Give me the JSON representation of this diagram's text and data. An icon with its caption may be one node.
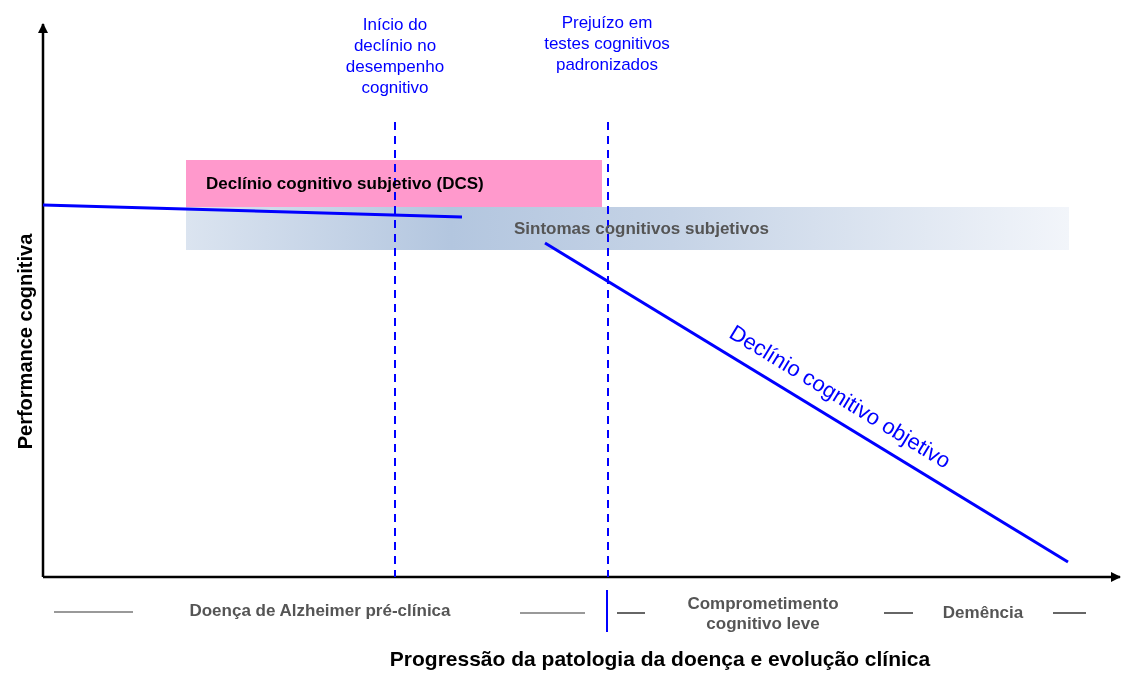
{
  "diagram": {
    "nodes": [
      {
        "text": [
          "Declínio cognitivo subjetivo (DCS)"
        ]
      },
      {
        "text": [
          "Sintomas cognitivos subjetivos"
        ]
      }
    ],
    "labels": [
      "Início do declínio no desempenho cognitivo",
      "Prejuízo em testes cognitivos padronizados",
      "Declínio cognitivo objetivo",
      "Doença de Alzheimer pré-clínica",
      "Comprometimento cognitivo leve",
      "Demência",
      "Performance cognitiva",
      "Progressão da patologia da doença e evolução clínica"
    ]
  }
}
